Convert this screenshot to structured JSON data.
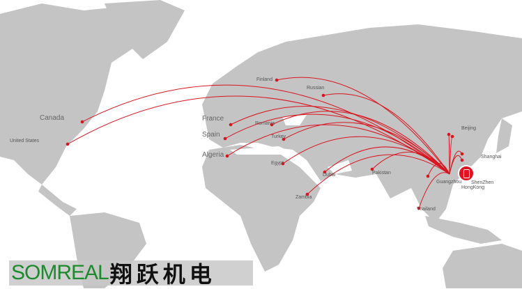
{
  "map": {
    "land_color": "#c4c4c4",
    "route_color": "#d9141e",
    "hub": {
      "name": "Guangzhou",
      "icon": "phone-icon"
    },
    "cities": [
      {
        "name": "Canada",
        "big": true
      },
      {
        "name": "United States",
        "big": false
      },
      {
        "name": "France",
        "big": true
      },
      {
        "name": "Spain",
        "big": true
      },
      {
        "name": "Algeria",
        "big": true
      },
      {
        "name": "Finland",
        "big": false
      },
      {
        "name": "Russian",
        "big": false
      },
      {
        "name": "Romania",
        "big": false
      },
      {
        "name": "Turkey",
        "big": false
      },
      {
        "name": "Egypt",
        "big": false
      },
      {
        "name": "Dubai",
        "big": false
      },
      {
        "name": "Zambia",
        "big": false
      },
      {
        "name": "Pakistan",
        "big": false
      },
      {
        "name": "Beijing",
        "big": false
      },
      {
        "name": "Shanghai",
        "big": false
      },
      {
        "name": "Thailand",
        "big": false
      },
      {
        "name": "Guangzhou",
        "big": false
      },
      {
        "name": "ShenZhen",
        "big": false
      },
      {
        "name": "HongKong",
        "big": false
      }
    ]
  },
  "logo": {
    "en": "SOMREAL",
    "cn": "翔跃机电"
  }
}
